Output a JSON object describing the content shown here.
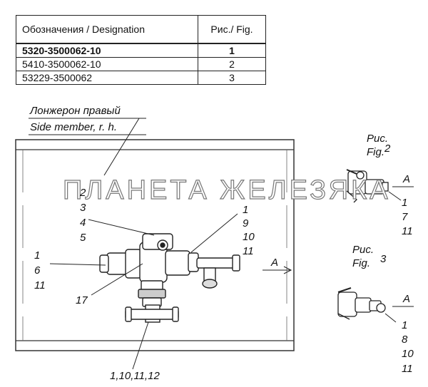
{
  "table": {
    "header_designation": "Обозначения / Designation",
    "header_figure": "Рис./ Fig.",
    "rows": [
      {
        "designation": "5320-3500062-10",
        "figure": "1"
      },
      {
        "designation": "5410-3500062-10",
        "figure": "2"
      },
      {
        "designation": "53229-3500062",
        "figure": "3"
      }
    ]
  },
  "side_member_ru": "Лонжерон правый",
  "side_member_en": "Side member, r. h.",
  "watermark": "ПЛАНЕТА ЖЕЛЕЗЯКА",
  "fig1": {
    "callout_2_5": [
      "2",
      "3",
      "4",
      "5"
    ],
    "callout_left": [
      "1",
      "6",
      "11"
    ],
    "callout_right": [
      "1",
      "9",
      "10",
      "11"
    ],
    "callout_17": "17",
    "callout_bottom": "1,10,11,12",
    "view_label": "A"
  },
  "fig2": {
    "label_ru": "Рис.",
    "label_en": "Fig.",
    "number": "2",
    "view_label": "A",
    "callouts": [
      "1",
      "7",
      "11"
    ]
  },
  "fig3": {
    "label_ru": "Рис.",
    "label_en": "Fig.",
    "number": "3",
    "view_label": "A",
    "callouts": [
      "1",
      "8",
      "10",
      "11"
    ]
  }
}
